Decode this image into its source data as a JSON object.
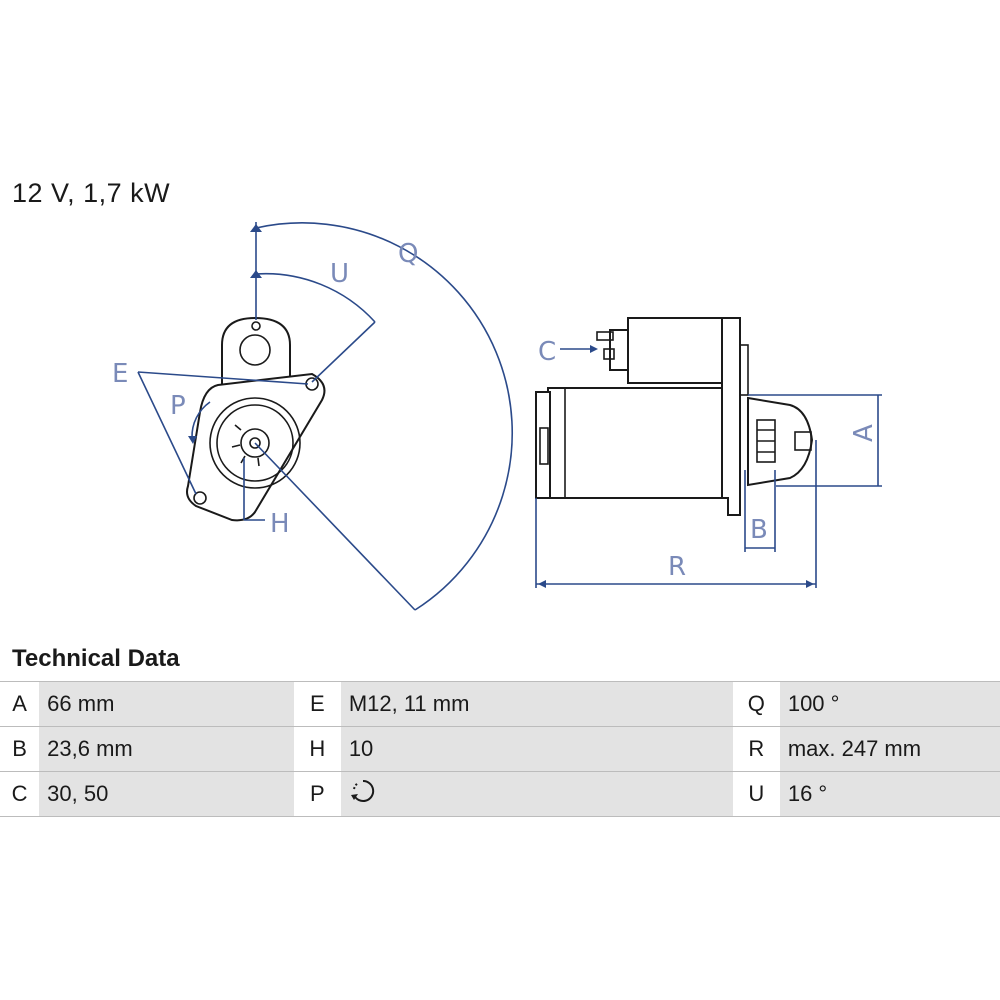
{
  "header": {
    "title": "12 V, 1,7 kW"
  },
  "diagram": {
    "labels": {
      "Q": "Q",
      "U": "U",
      "E": "E",
      "P": "P",
      "H": "H",
      "C": "C",
      "A": "A",
      "B": "B",
      "R": "R"
    },
    "colors": {
      "dimension_line": "#2b4a8a",
      "dimension_text": "#7a8ab8",
      "outline": "#1a1a1a"
    }
  },
  "technical_data": {
    "heading": "Technical Data",
    "rows": [
      [
        {
          "key": "A",
          "value": "66 mm"
        },
        {
          "key": "E",
          "value": "M12, 11 mm"
        },
        {
          "key": "Q",
          "value": "100 °"
        }
      ],
      [
        {
          "key": "B",
          "value": "23,6 mm"
        },
        {
          "key": "H",
          "value": "10"
        },
        {
          "key": "R",
          "value": "max. 247 mm"
        }
      ],
      [
        {
          "key": "C",
          "value": "30, 50"
        },
        {
          "key": "P",
          "value": "",
          "icon": "rotation-direction-icon"
        },
        {
          "key": "U",
          "value": "16 °"
        }
      ]
    ]
  }
}
